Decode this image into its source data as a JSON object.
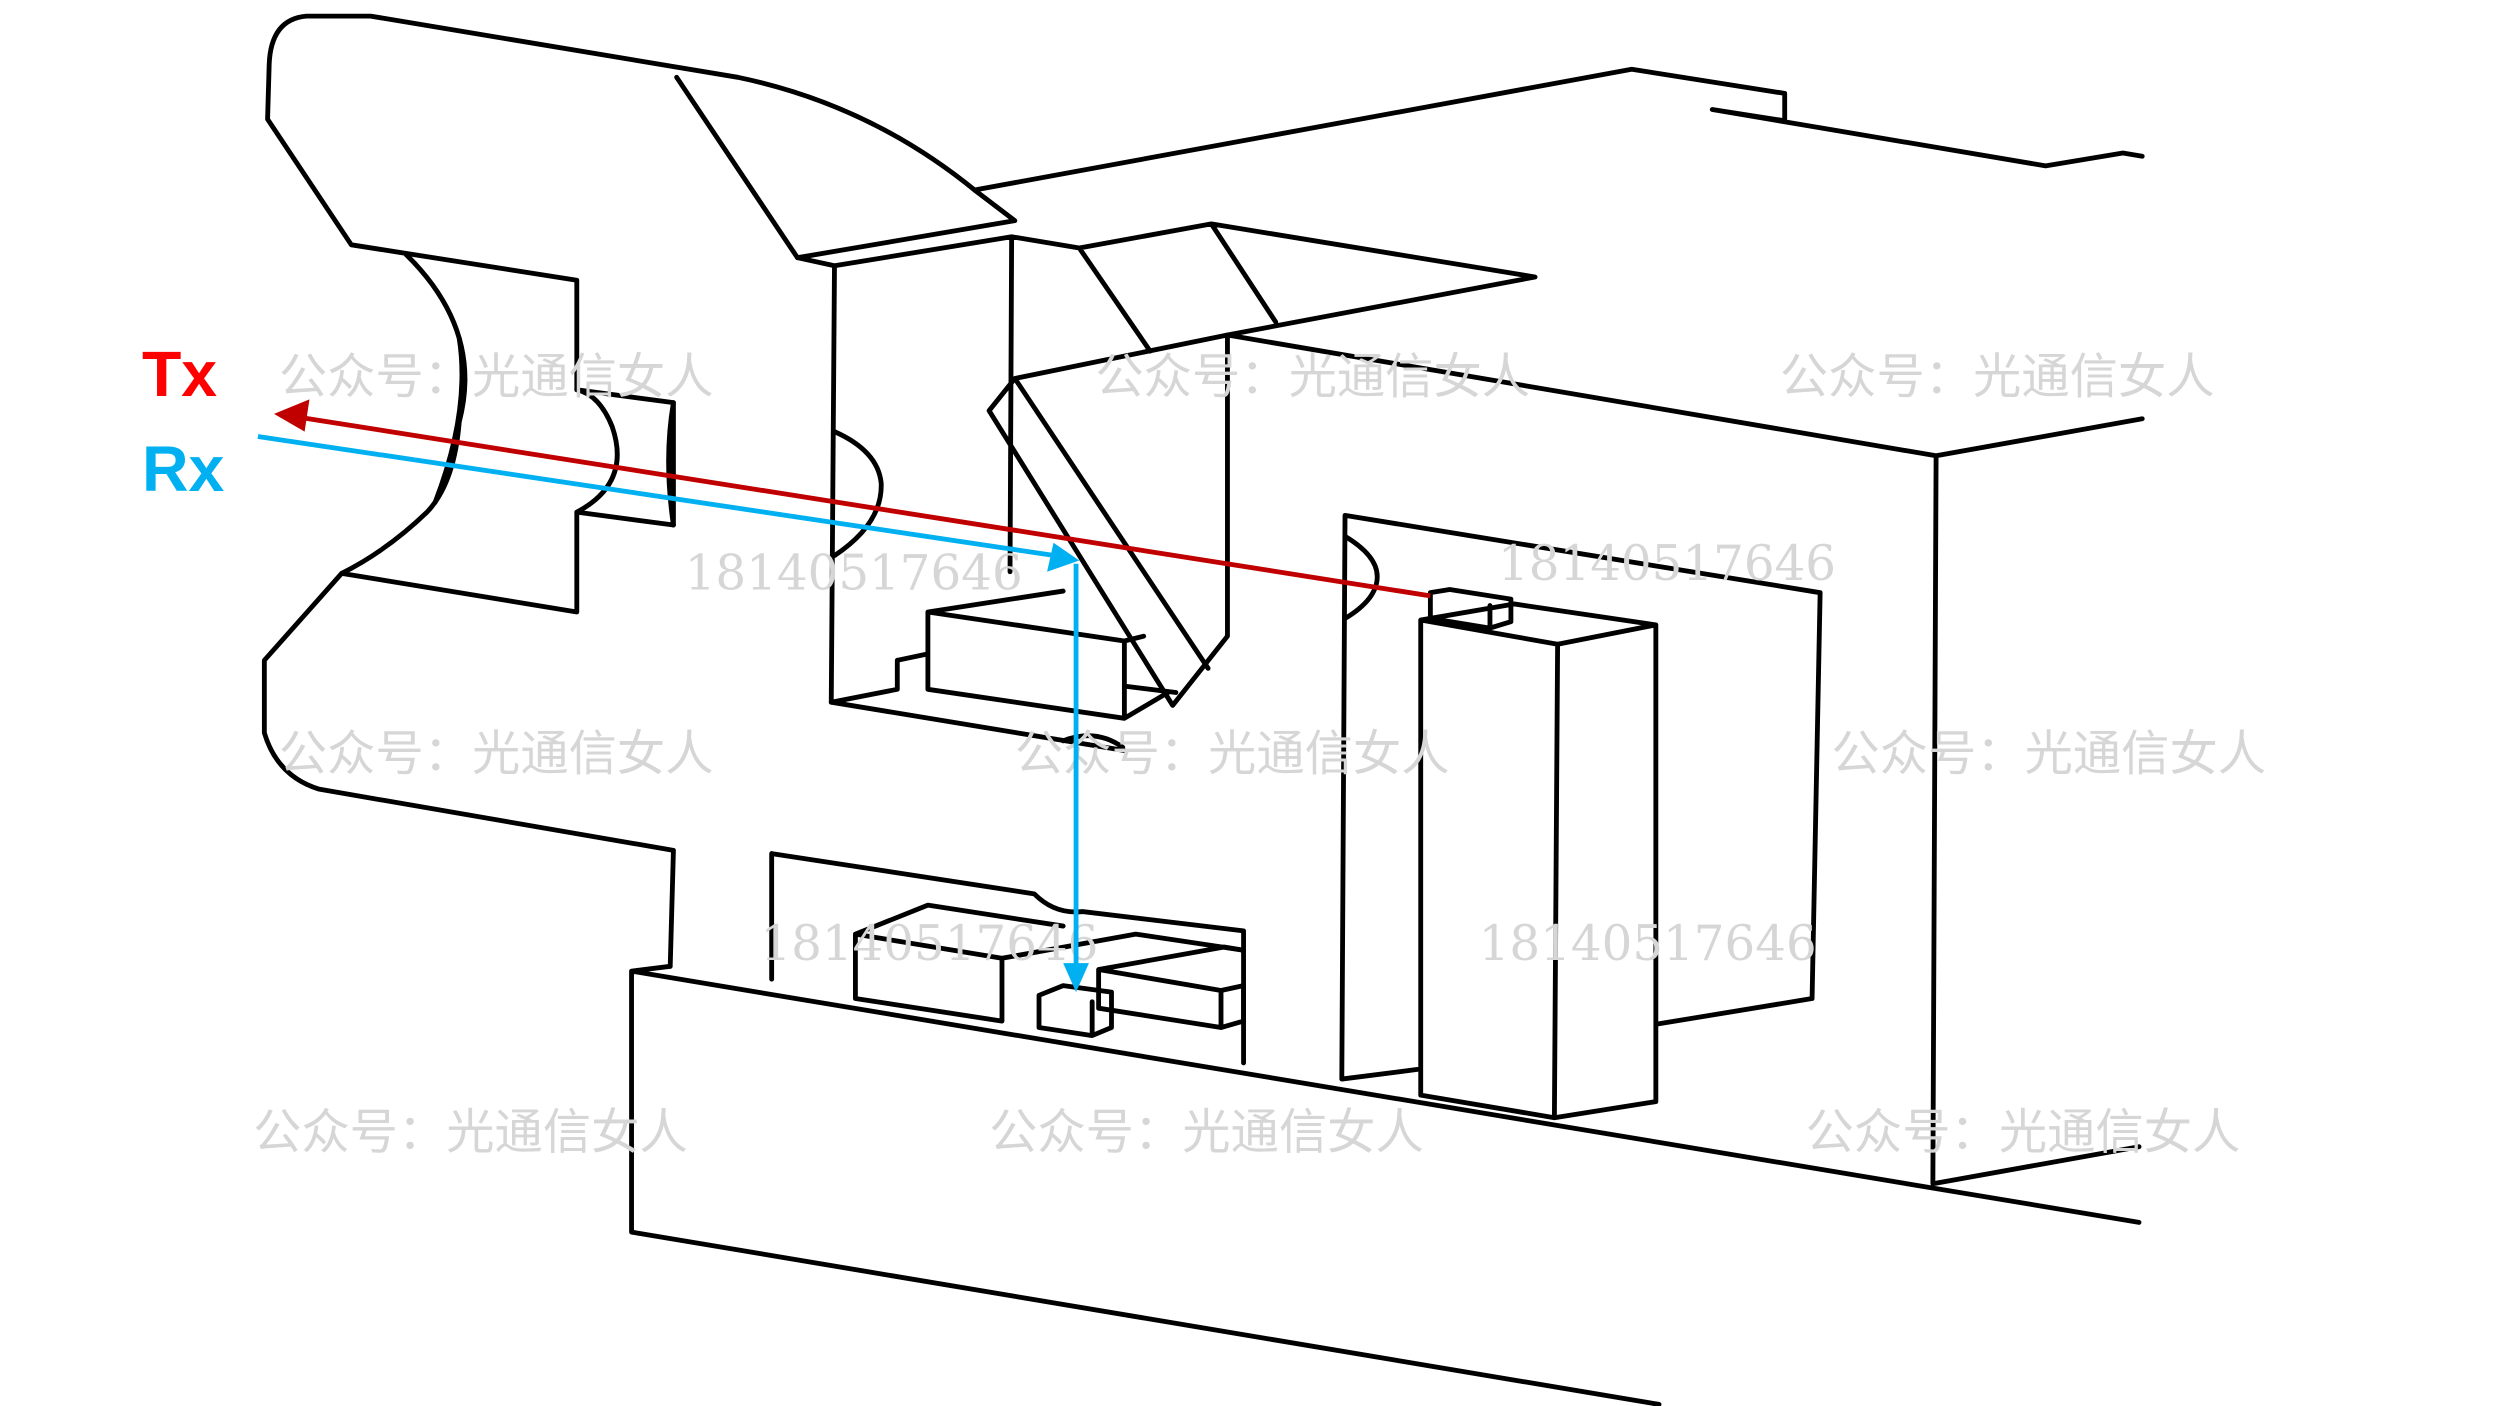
{
  "labels": {
    "tx": "Tx",
    "rx": "Rx"
  },
  "watermarks": {
    "account": "公众号：光通信女人",
    "phone": "18140517646"
  },
  "colors": {
    "tx": "#c00000",
    "tx_label": "#ff0000",
    "rx": "#00b0f0"
  }
}
